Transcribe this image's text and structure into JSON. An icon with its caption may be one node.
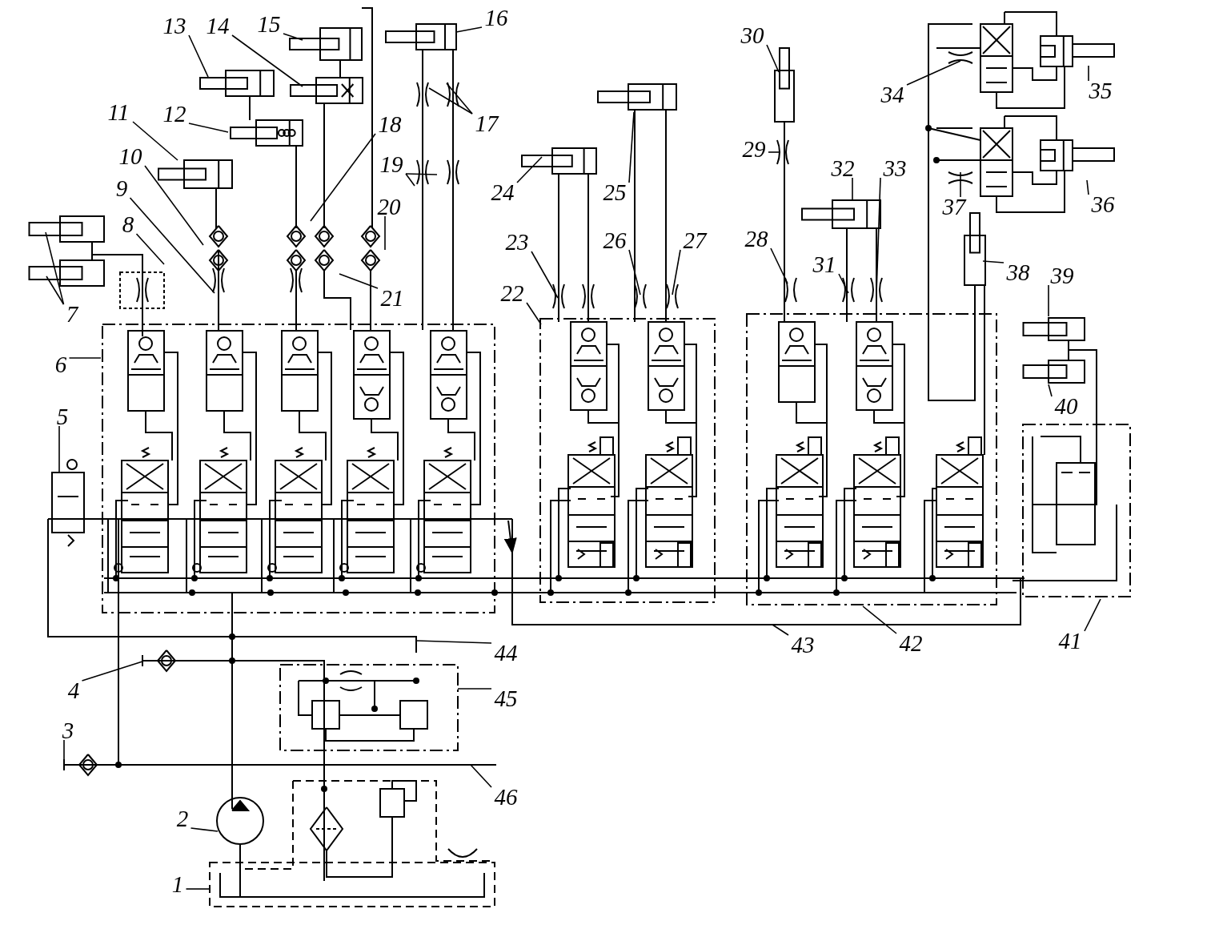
{
  "diagram": {
    "nodes": [
      {
        "text": [
          "1"
        ]
      },
      {
        "text": [
          "2"
        ]
      },
      {
        "text": [
          "3"
        ]
      },
      {
        "text": [
          "4"
        ]
      },
      {
        "text": [
          "5"
        ]
      },
      {
        "text": [
          "6"
        ]
      },
      {
        "text": [
          "7"
        ]
      },
      {
        "text": [
          "8"
        ]
      },
      {
        "text": [
          "9"
        ]
      },
      {
        "text": [
          "10"
        ]
      },
      {
        "text": [
          "11"
        ]
      },
      {
        "text": [
          "12"
        ]
      },
      {
        "text": [
          "13"
        ]
      },
      {
        "text": [
          "14"
        ]
      },
      {
        "text": [
          "15"
        ]
      },
      {
        "text": [
          "16"
        ]
      },
      {
        "text": [
          "17"
        ]
      },
      {
        "text": [
          "18"
        ]
      },
      {
        "text": [
          "19"
        ]
      },
      {
        "text": [
          "20"
        ]
      },
      {
        "text": [
          "21"
        ]
      },
      {
        "text": [
          "22"
        ]
      },
      {
        "text": [
          "23"
        ]
      },
      {
        "text": [
          "24"
        ]
      },
      {
        "text": [
          "25"
        ]
      },
      {
        "text": [
          "26"
        ]
      },
      {
        "text": [
          "27"
        ]
      },
      {
        "text": [
          "28"
        ]
      },
      {
        "text": [
          "29"
        ]
      },
      {
        "text": [
          "30"
        ]
      },
      {
        "text": [
          "31"
        ]
      },
      {
        "text": [
          "32"
        ]
      },
      {
        "text": [
          "33"
        ]
      },
      {
        "text": [
          "34"
        ]
      },
      {
        "text": [
          "35"
        ]
      },
      {
        "text": [
          "36"
        ]
      },
      {
        "text": [
          "37"
        ]
      },
      {
        "text": [
          "38"
        ]
      },
      {
        "text": [
          "39"
        ]
      },
      {
        "text": [
          "40"
        ]
      },
      {
        "text": [
          "41"
        ]
      },
      {
        "text": [
          "42"
        ]
      },
      {
        "text": [
          "43"
        ]
      },
      {
        "text": [
          "44"
        ]
      },
      {
        "text": [
          "45"
        ]
      },
      {
        "text": [
          "46"
        ]
      }
    ],
    "edges": [
      {
        "from": 0,
        "to": null,
        "arrow": "none"
      },
      {
        "from": 1,
        "to": null,
        "arrow": "none"
      },
      {
        "from": 2,
        "to": null,
        "arrow": "none"
      },
      {
        "from": 3,
        "to": null,
        "arrow": "none"
      },
      {
        "from": 4,
        "to": null,
        "arrow": "none"
      },
      {
        "from": 5,
        "to": null,
        "arrow": "none"
      },
      {
        "from": 6,
        "to": null,
        "arrow": "none"
      },
      {
        "from": 6,
        "to": null,
        "arrow": "none"
      },
      {
        "from": 7,
        "to": null,
        "arrow": "none"
      },
      {
        "from": 8,
        "to": null,
        "arrow": "none"
      },
      {
        "from": 9,
        "to": null,
        "arrow": "none"
      },
      {
        "from": 10,
        "to": null,
        "arrow": "none"
      },
      {
        "from": 11,
        "to": null,
        "arrow": "none"
      },
      {
        "from": 12,
        "to": null,
        "arrow": "none"
      },
      {
        "from": 13,
        "to": null,
        "arrow": "none"
      },
      {
        "from": 14,
        "to": null,
        "arrow": "none"
      },
      {
        "from": 15,
        "to": null,
        "arrow": "none"
      },
      {
        "from": 16,
        "to": null,
        "arrow": "none"
      },
      {
        "from": 16,
        "to": null,
        "arrow": "none"
      },
      {
        "from": 17,
        "to": null,
        "arrow": "none"
      },
      {
        "from": 18,
        "to": null,
        "arrow": "none"
      },
      {
        "from": 18,
        "to": null,
        "arrow": "none"
      },
      {
        "from": 19,
        "to": null,
        "arrow": "none"
      },
      {
        "from": 20,
        "to": null,
        "arrow": "none"
      },
      {
        "from": 21,
        "to": null,
        "arrow": "none"
      },
      {
        "from": 22,
        "to": null,
        "arrow": "none"
      },
      {
        "from": 23,
        "to": null,
        "arrow": "none"
      },
      {
        "from": 24,
        "to": null,
        "arrow": "none"
      },
      {
        "from": 25,
        "to": null,
        "arrow": "none"
      },
      {
        "from": 26,
        "to": null,
        "arrow": "none"
      },
      {
        "from": 27,
        "to": null,
        "arrow": "none"
      },
      {
        "from": 28,
        "to": null,
        "arrow": "none"
      },
      {
        "from": 29,
        "to": null,
        "arrow": "none"
      },
      {
        "from": 30,
        "to": null,
        "arrow": "none"
      },
      {
        "from": 31,
        "to": null,
        "arrow": "none"
      },
      {
        "from": 32,
        "to": null,
        "arrow": "none"
      },
      {
        "from": 33,
        "to": null,
        "arrow": "none"
      },
      {
        "from": 34,
        "to": null,
        "arrow": "none"
      },
      {
        "from": 35,
        "to": null,
        "arrow": "none"
      },
      {
        "from": 36,
        "to": null,
        "arrow": "none"
      },
      {
        "from": 37,
        "to": null,
        "arrow": "none"
      },
      {
        "from": 38,
        "to": null,
        "arrow": "none"
      },
      {
        "from": 39,
        "to": null,
        "arrow": "none"
      },
      {
        "from": 40,
        "to": null,
        "arrow": "none"
      },
      {
        "from": 41,
        "to": null,
        "arrow": "none"
      },
      {
        "from": 42,
        "to": null,
        "arrow": "none"
      },
      {
        "from": 43,
        "to": null,
        "arrow": "none"
      },
      {
        "from": 44,
        "to": null,
        "arrow": "none"
      },
      {
        "from": 45,
        "to": null,
        "arrow": "none"
      }
    ]
  }
}
